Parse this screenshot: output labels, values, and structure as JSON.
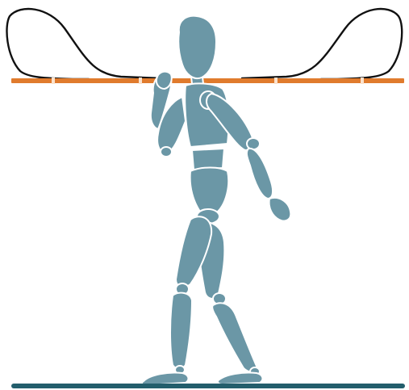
{
  "scene": {
    "subject": "wooden-mannequin-figure",
    "props": [
      "overhead-bar",
      "cable-loops",
      "ground-line"
    ]
  },
  "colors": {
    "background": "#ffffff",
    "figure": "#6b97a6",
    "figure_outline": "#ffffff",
    "bar": "#e07b2d",
    "bar_segment_gap": "#fbe2cc",
    "cable": "#111111",
    "ground": "#235e6c"
  }
}
